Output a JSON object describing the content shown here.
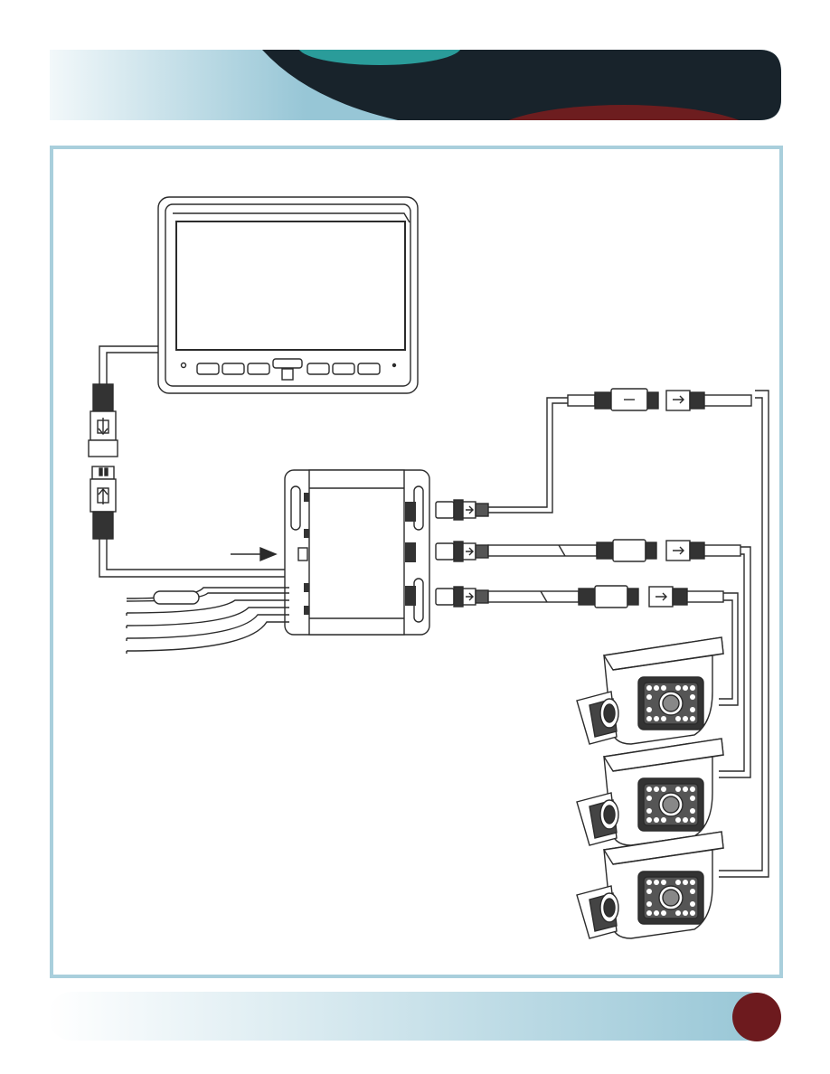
{
  "colors": {
    "header_teal": "#2a9c9a",
    "header_dark": "#18232b",
    "header_red": "#6d1d1f",
    "gradient_light": "#f2f8fa",
    "gradient_blue": "#97c6d6",
    "frame_border": "#a9cfdc",
    "footer_badge": "#6d1a1e",
    "line": "#2b2b2b"
  },
  "icons": {
    "monitor": "monitor-icon",
    "camera": "backup-camera-icon",
    "control_box": "switch-box-icon",
    "connector": "4-pin-connector-icon",
    "arrow": "pointer-arrow-icon"
  },
  "diagram": {
    "camera_count": 3,
    "control_box_ports": 3,
    "loose_wires": 5
  }
}
